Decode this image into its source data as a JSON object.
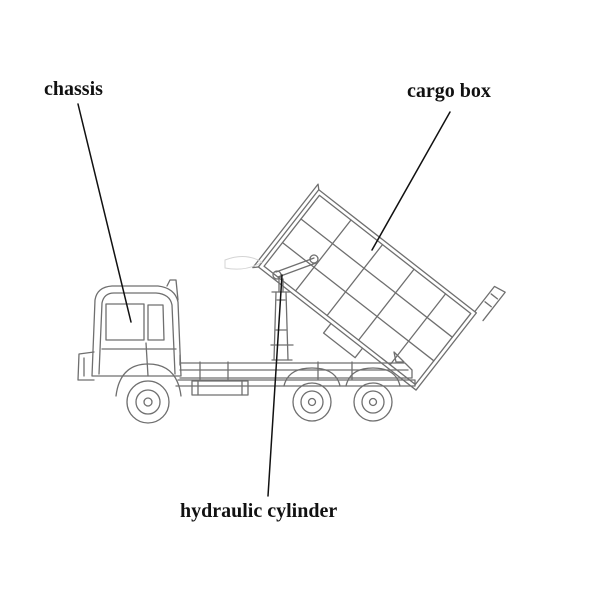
{
  "labels": {
    "chassis": "chassis",
    "cargo_box": "cargo box",
    "hydraulic_cylinder": "hydraulic cylinder"
  },
  "colors": {
    "line": "#6f6f6f",
    "leader": "#111111",
    "text": "#111111"
  },
  "icons": {
    "truck": "dump-truck-illustration"
  }
}
